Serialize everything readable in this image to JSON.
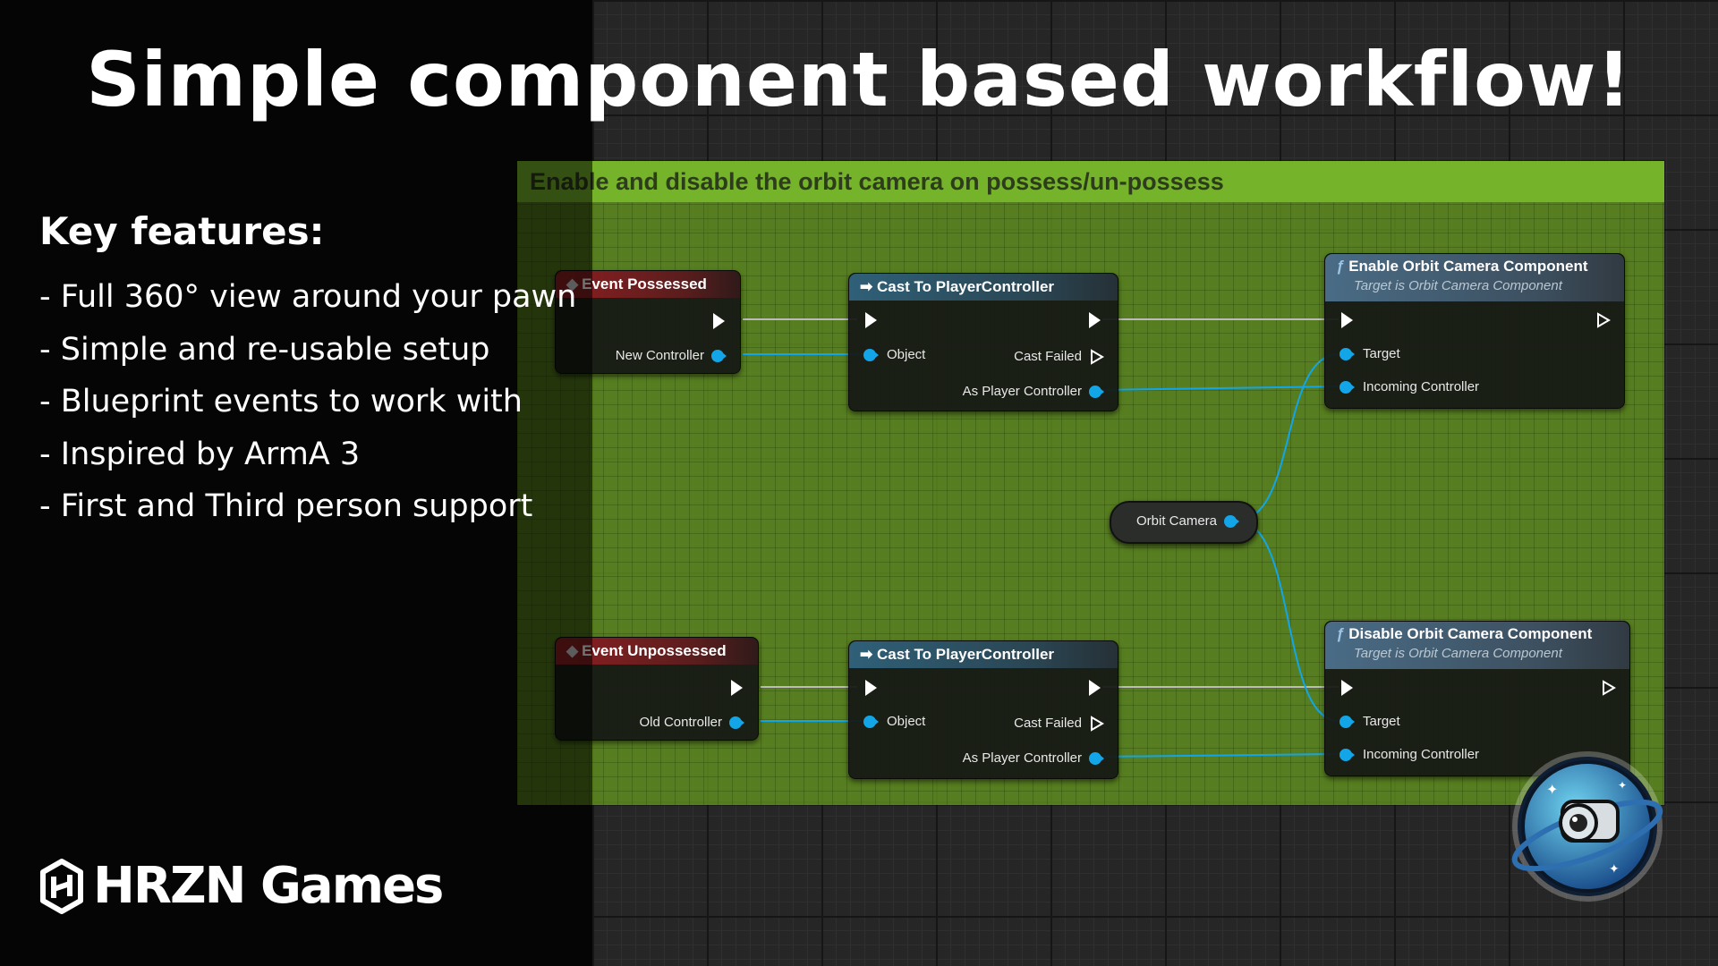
{
  "title": "Simple component based workflow!",
  "features": {
    "heading": "Key features:",
    "items": [
      "- Full 360° view around your pawn",
      "- Simple and re-usable setup",
      "- Blueprint events to work with",
      "- Inspired by ArmA 3",
      "- First and Third person support"
    ]
  },
  "logo": {
    "text": "HRZN Games"
  },
  "comment": {
    "title": "Enable and disable the orbit camera on possess/un-possess"
  },
  "nodes": {
    "event_possessed": {
      "title": "Event Possessed",
      "pin": "New Controller"
    },
    "event_unpossessed": {
      "title": "Event Unpossessed",
      "pin": "Old Controller"
    },
    "cast_top": {
      "title": "Cast To PlayerController",
      "object": "Object",
      "failed": "Cast Failed",
      "as_pc": "As Player Controller"
    },
    "cast_bottom": {
      "title": "Cast To PlayerController",
      "object": "Object",
      "failed": "Cast Failed",
      "as_pc": "As Player Controller"
    },
    "enable": {
      "title": "Enable Orbit Camera Component",
      "subtitle": "Target is Orbit Camera Component",
      "target": "Target",
      "incoming": "Incoming Controller"
    },
    "disable": {
      "title": "Disable Orbit Camera Component",
      "subtitle": "Target is Orbit Camera Component",
      "target": "Target",
      "incoming": "Incoming Controller"
    },
    "orbit_var": {
      "label": "Orbit Camera"
    }
  },
  "colors": {
    "comment": "#74b32a",
    "object_pin": "#12a6e8",
    "event_header": "#8c1f22",
    "cast_header": "#2f6078",
    "function_header": "#4a6c86"
  },
  "icons": {
    "function": "f",
    "cast": "arrow-icon",
    "event": "diamond-icon"
  }
}
